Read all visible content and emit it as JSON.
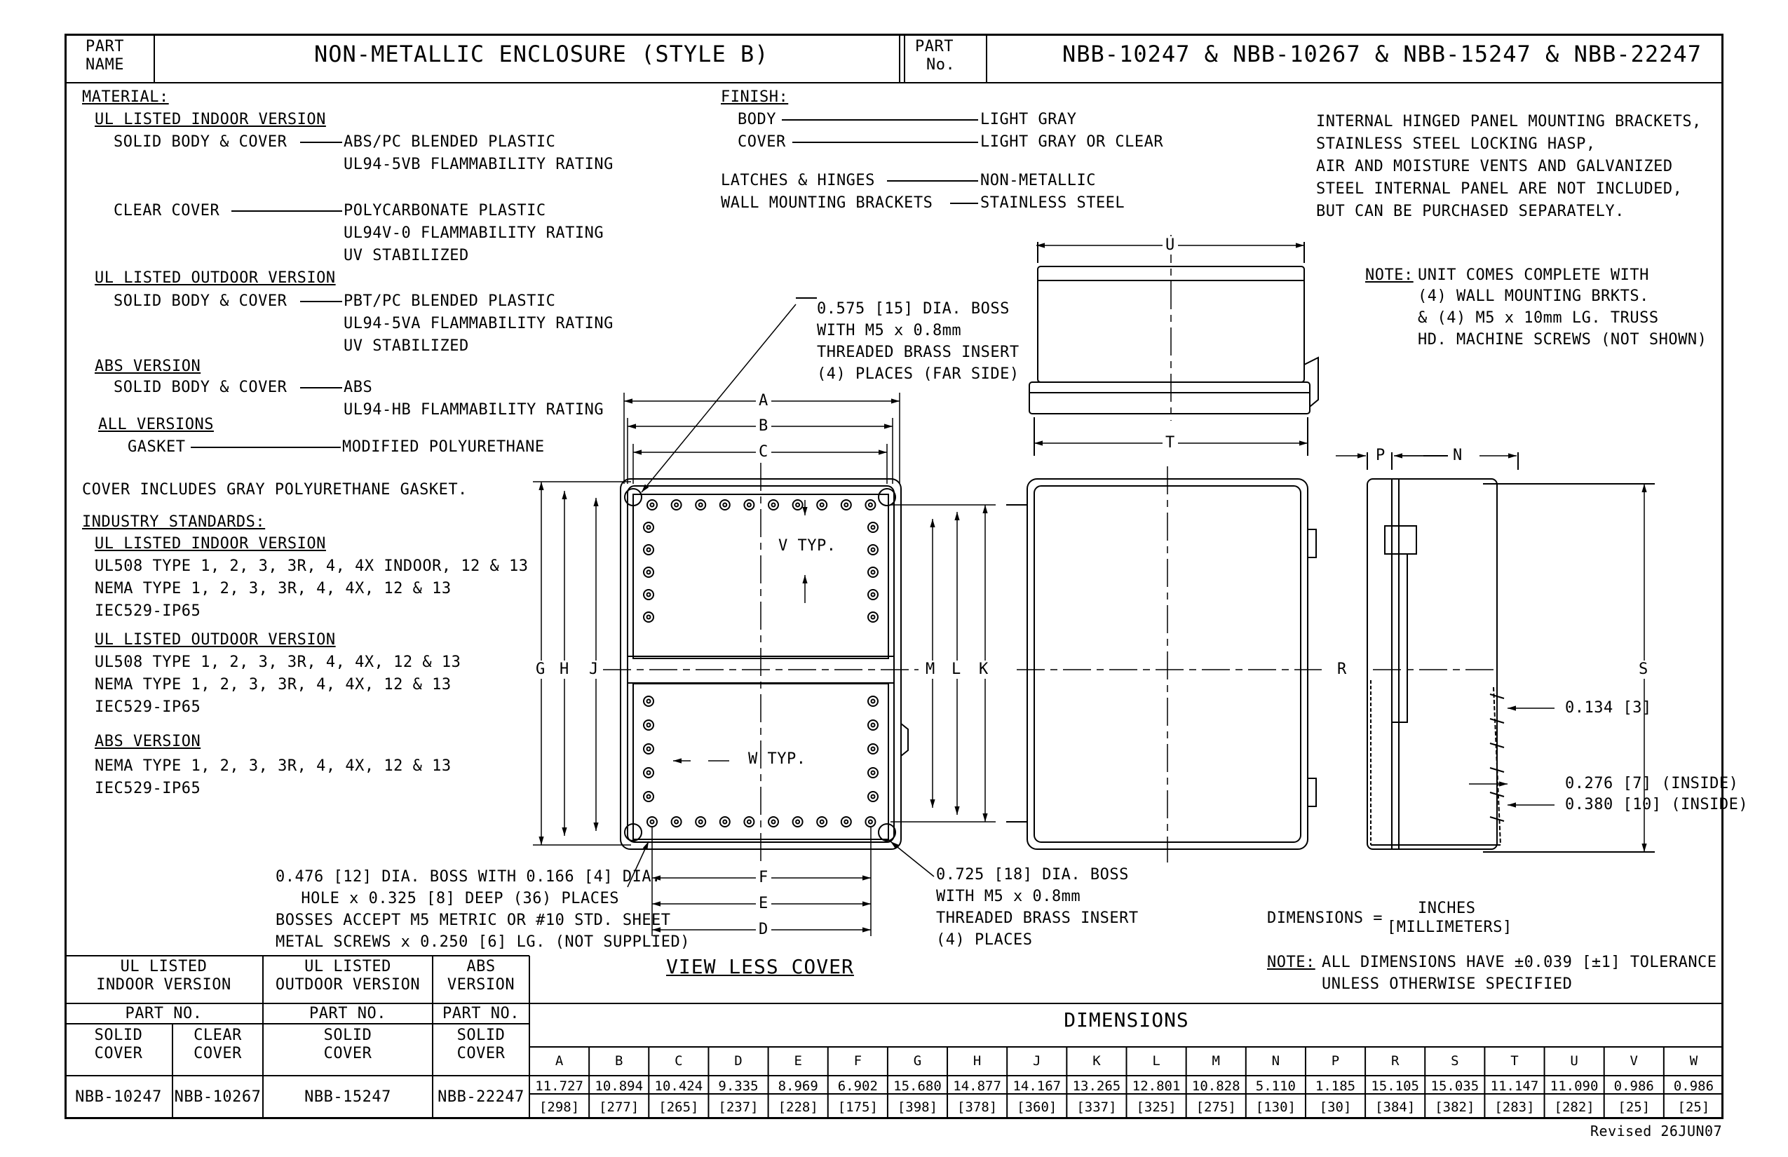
{
  "title_block": {
    "part_name_label_1": "PART",
    "part_name_label_2": "NAME",
    "part_name_value": "NON-METALLIC ENCLOSURE (STYLE B)",
    "part_no_label_1": "PART",
    "part_no_label_2": "No.",
    "part_no_value": "NBB-10247 & NBB-10267 & NBB-15247 & NBB-22247"
  },
  "material": {
    "heading": "MATERIAL:",
    "indoor_heading": "UL LISTED INDOOR VERSION",
    "indoor_body_label": "SOLID BODY & COVER",
    "indoor_body_value_1": "ABS/PC BLENDED PLASTIC",
    "indoor_body_value_2": "UL94-5VB FLAMMABILITY RATING",
    "clear_cover_label": "CLEAR COVER",
    "clear_cover_value_1": "POLYCARBONATE PLASTIC",
    "clear_cover_value_2": "UL94V-0 FLAMMABILITY RATING",
    "clear_cover_value_3": "UV STABILIZED",
    "outdoor_heading": "UL LISTED OUTDOOR VERSION",
    "outdoor_body_label": "SOLID BODY & COVER",
    "outdoor_body_value_1": "PBT/PC BLENDED PLASTIC",
    "outdoor_body_value_2": "UL94-5VA FLAMMABILITY RATING",
    "outdoor_body_value_3": "UV STABILIZED",
    "abs_heading": "ABS VERSION",
    "abs_body_label": "SOLID BODY & COVER",
    "abs_body_value_1": "ABS",
    "abs_body_value_2": "UL94-HB FLAMMABILITY RATING",
    "all_heading": "ALL VERSIONS",
    "gasket_label": "GASKET",
    "gasket_value": "MODIFIED POLYURETHANE",
    "cover_note": "COVER INCLUDES GRAY POLYURETHANE GASKET."
  },
  "standards": {
    "heading": "INDUSTRY STANDARDS:",
    "indoor_heading": "UL LISTED INDOOR VERSION",
    "indoor_1": "UL508 TYPE 1, 2, 3, 3R, 4, 4X INDOOR, 12 & 13",
    "indoor_2": "NEMA TYPE 1, 2, 3, 3R, 4, 4X, 12 & 13",
    "indoor_3": "IEC529-IP65",
    "outdoor_heading": "UL LISTED OUTDOOR VERSION",
    "outdoor_1": "UL508 TYPE 1, 2, 3, 3R, 4, 4X, 12 & 13",
    "outdoor_2": "NEMA TYPE 1, 2, 3, 3R, 4, 4X, 12 & 13",
    "outdoor_3": "IEC529-IP65",
    "abs_heading": "ABS VERSION",
    "abs_1": "NEMA TYPE 1, 2, 3, 3R, 4, 4X, 12 & 13",
    "abs_2": "IEC529-IP65"
  },
  "finish": {
    "heading": "FINISH:",
    "body_label": "BODY",
    "body_value": "LIGHT GRAY",
    "cover_label": "COVER",
    "cover_value": "LIGHT GRAY OR CLEAR",
    "latches_label": "LATCHES & HINGES",
    "latches_value": "NON-METALLIC",
    "brackets_label": "WALL MOUNTING BRACKETS",
    "brackets_value": "STAINLESS STEEL"
  },
  "accessories_note": [
    "INTERNAL HINGED PANEL MOUNTING BRACKETS,",
    "STAINLESS STEEL LOCKING HASP,",
    "AIR AND MOISTURE VENTS AND GALVANIZED",
    "STEEL INTERNAL PANEL ARE NOT INCLUDED,",
    "BUT CAN BE PURCHASED SEPARATELY."
  ],
  "unit_note": {
    "label": "NOTE:",
    "line_1": "UNIT COMES COMPLETE WITH",
    "line_2": "(4) WALL MOUNTING BRKTS.",
    "line_3": "& (4) M5 x 10mm LG. TRUSS",
    "line_4": "HD. MACHINE SCREWS (NOT SHOWN)"
  },
  "callouts": {
    "top_boss_1": "0.575 [15] DIA. BOSS",
    "top_boss_2": "WITH M5 x 0.8mm",
    "top_boss_3": "THREADED BRASS INSERT",
    "top_boss_4": "(4) PLACES (FAR SIDE)",
    "small_boss_1": "0.476 [12] DIA. BOSS WITH 0.166 [4] DIA.",
    "small_boss_2": "HOLE x 0.325 [8] DEEP (36) PLACES",
    "small_boss_3": "BOSSES ACCEPT M5 METRIC OR #10 STD. SHEET",
    "small_boss_4": "METAL SCREWS x 0.250 [6] LG. (NOT SUPPLIED)",
    "corner_boss_1": "0.725 [18] DIA. BOSS",
    "corner_boss_2": "WITH M5 x 0.8mm",
    "corner_boss_3": "THREADED BRASS INSERT",
    "corner_boss_4": "(4) PLACES",
    "v_typ": "V TYP.",
    "w_typ": "W TYP.",
    "wall_3": "0.134 [3]",
    "wall_7": "0.276 [7] (INSIDE)",
    "wall_10": "0.380 [10] (INSIDE)",
    "view_label": "VIEW LESS COVER"
  },
  "dim_letters": {
    "A": "A",
    "B": "B",
    "C": "C",
    "D": "D",
    "E": "E",
    "F": "F",
    "G": "G",
    "H": "H",
    "J": "J",
    "K": "K",
    "L": "L",
    "M": "M",
    "N": "N",
    "P": "P",
    "R": "R",
    "S": "S",
    "T": "T",
    "U": "U"
  },
  "units_note": {
    "label": "DIMENSIONS =",
    "top": "INCHES",
    "bottom": "[MILLIMETERS]"
  },
  "tolerance_note": {
    "label": "NOTE:",
    "line_1": "ALL DIMENSIONS HAVE ±0.039 [±1] TOLERANCE",
    "line_2": "UNLESS OTHERWISE SPECIFIED"
  },
  "part_table": {
    "indoor_heading_1": "UL LISTED",
    "indoor_heading_2": "INDOOR VERSION",
    "outdoor_heading_1": "UL LISTED",
    "outdoor_heading_2": "OUTDOOR VERSION",
    "abs_heading_1": "ABS",
    "abs_heading_2": "VERSION",
    "part_no": "PART NO.",
    "solid": "SOLID",
    "clear": "CLEAR",
    "cover": "COVER",
    "parts": [
      "NBB-10247",
      "NBB-10267",
      "NBB-15247",
      "NBB-22247"
    ]
  },
  "dimensions_table": {
    "heading": "DIMENSIONS",
    "columns": [
      "A",
      "B",
      "C",
      "D",
      "E",
      "F",
      "G",
      "H",
      "J",
      "K",
      "L",
      "M",
      "N",
      "P",
      "R",
      "S",
      "T",
      "U",
      "V",
      "W"
    ],
    "inches": [
      "11.727",
      "10.894",
      "10.424",
      "9.335",
      "8.969",
      "6.902",
      "15.680",
      "14.877",
      "14.167",
      "13.265",
      "12.801",
      "10.828",
      "5.110",
      "1.185",
      "15.105",
      "15.035",
      "11.147",
      "11.090",
      "0.986",
      "0.986"
    ],
    "millimeters": [
      "[298]",
      "[277]",
      "[265]",
      "[237]",
      "[228]",
      "[175]",
      "[398]",
      "[378]",
      "[360]",
      "[337]",
      "[325]",
      "[275]",
      "[130]",
      "[30]",
      "[384]",
      "[382]",
      "[283]",
      "[282]",
      "[25]",
      "[25]"
    ]
  },
  "revision": "Revised 26JUN07"
}
